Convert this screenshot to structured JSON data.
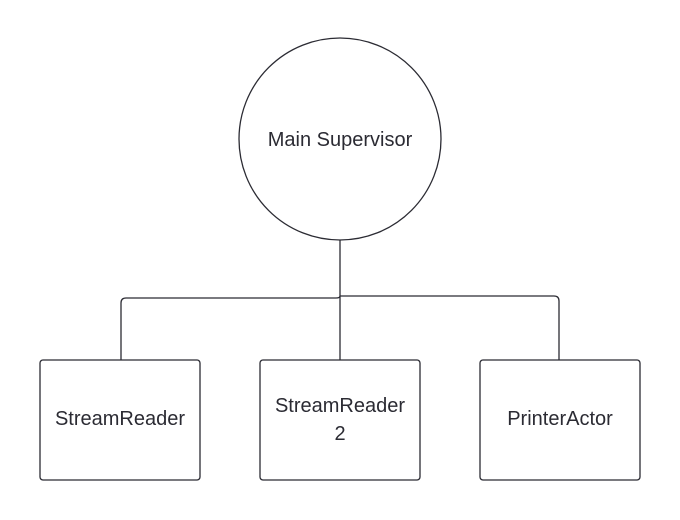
{
  "diagram": {
    "root": {
      "label": "Main Supervisor"
    },
    "children": [
      {
        "label_lines": [
          "StreamReader"
        ]
      },
      {
        "label_lines": [
          "StreamReader",
          "2"
        ]
      },
      {
        "label_lines": [
          "PrinterActor"
        ]
      }
    ]
  },
  "colors": {
    "stroke": "#2b2b33",
    "fill": "#ffffff",
    "text": "#2b2b33"
  }
}
